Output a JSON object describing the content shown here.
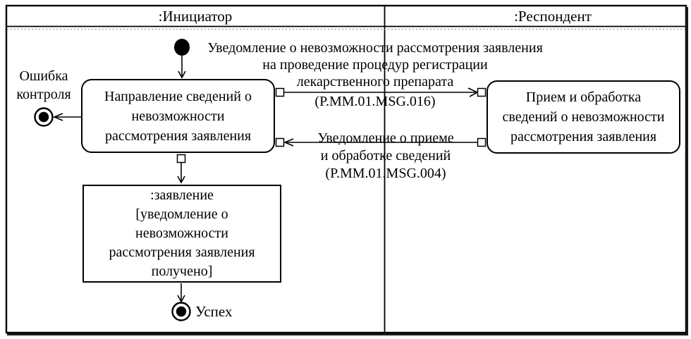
{
  "diagram": {
    "lanes": {
      "initiator": ":Инициатор",
      "respondent": ":Респондент"
    },
    "nodes": {
      "send_action": {
        "lines": [
          "Направление сведений о",
          "невозможности",
          "рассмотрения заявления"
        ]
      },
      "receive_action": {
        "lines": [
          "Прием и обработка",
          "сведений о невозможности",
          "рассмотрения заявления"
        ]
      },
      "statement_object": {
        "lines": [
          ":заявление",
          "[уведомление о",
          "невозможности",
          "рассмотрения заявления",
          "получено]"
        ]
      },
      "error_final": {
        "lines": [
          "Ошибка",
          "контроля"
        ]
      },
      "success_final": {
        "label": "Успех"
      }
    },
    "messages": {
      "request": {
        "lines": [
          "Уведомление о невозможности рассмотрения заявления",
          "на проведение процедур регистрации",
          "лекарственного препарата",
          "(P.MM.01.MSG.016)"
        ]
      },
      "response": {
        "lines": [
          "Уведомление о приеме",
          "и обработке сведений",
          "(P.MM.01.MSG.004)"
        ]
      }
    },
    "colors": {
      "line": "#000000",
      "text": "#000000",
      "background": "#ffffff"
    }
  }
}
